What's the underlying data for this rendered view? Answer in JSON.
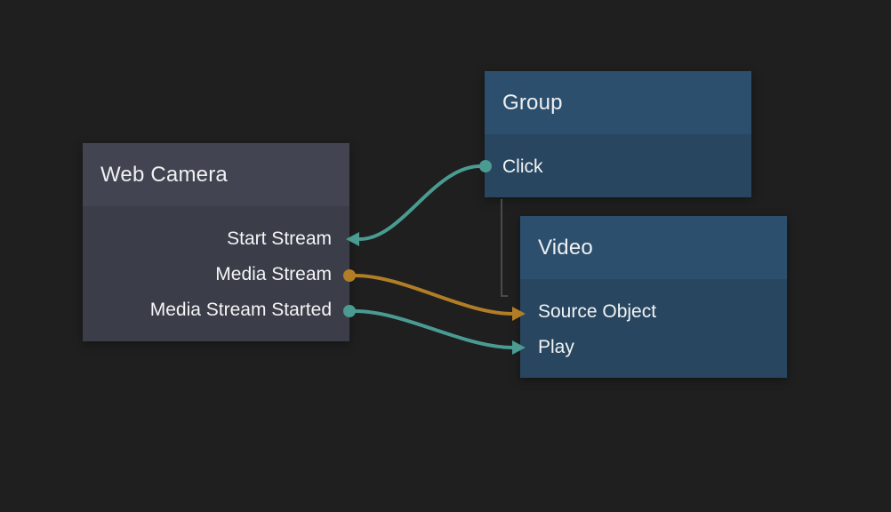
{
  "canvas": {
    "background": "#1f1f1f"
  },
  "colors": {
    "teal": "#4a9b92",
    "orange": "#b17d26",
    "link_gray": "#4b4b4b",
    "gray_node_header": "#424551",
    "gray_node_body": "#3b3e49",
    "blue_node_header": "#2c4f6d",
    "blue_node_body": "#28465f"
  },
  "nodes": [
    {
      "id": "web-camera",
      "title": "Web Camera",
      "header_color": "#424551",
      "body_color": "#3b3e49",
      "ports": [
        {
          "label": "Start Stream",
          "side": "right",
          "connector": "arrow",
          "color": "#4a9b92"
        },
        {
          "label": "Media Stream",
          "side": "right",
          "connector": "dot",
          "color": "#b17d26"
        },
        {
          "label": "Media Stream Started",
          "side": "right",
          "connector": "dot",
          "color": "#4a9b92"
        }
      ]
    },
    {
      "id": "group",
      "title": "Group",
      "header_color": "#2c4f6d",
      "body_color": "#28465f",
      "ports": [
        {
          "label": "Click",
          "side": "left",
          "connector": "dot",
          "color": "#4a9b92"
        }
      ]
    },
    {
      "id": "video",
      "title": "Video",
      "header_color": "#2c4f6d",
      "body_color": "#28465f",
      "ports": [
        {
          "label": "Source Object",
          "side": "left",
          "connector": "arrow",
          "color": "#b17d26"
        },
        {
          "label": "Play",
          "side": "left",
          "connector": "arrow",
          "color": "#4a9b92"
        }
      ]
    }
  ],
  "wires": [
    {
      "id": "click-to-start-stream",
      "from": "Group.Click",
      "to": "Web Camera.Start Stream",
      "color": "#4a9b92"
    },
    {
      "id": "media-stream-to-source-object",
      "from": "Web Camera.Media Stream",
      "to": "Video.Source Object",
      "color": "#b17d26"
    },
    {
      "id": "media-stream-started-to-play",
      "from": "Web Camera.Media Stream Started",
      "to": "Video.Play",
      "color": "#4a9b92"
    },
    {
      "id": "group-to-video-link",
      "from": "Group",
      "to": "Video",
      "color": "#4b4b4b"
    }
  ]
}
